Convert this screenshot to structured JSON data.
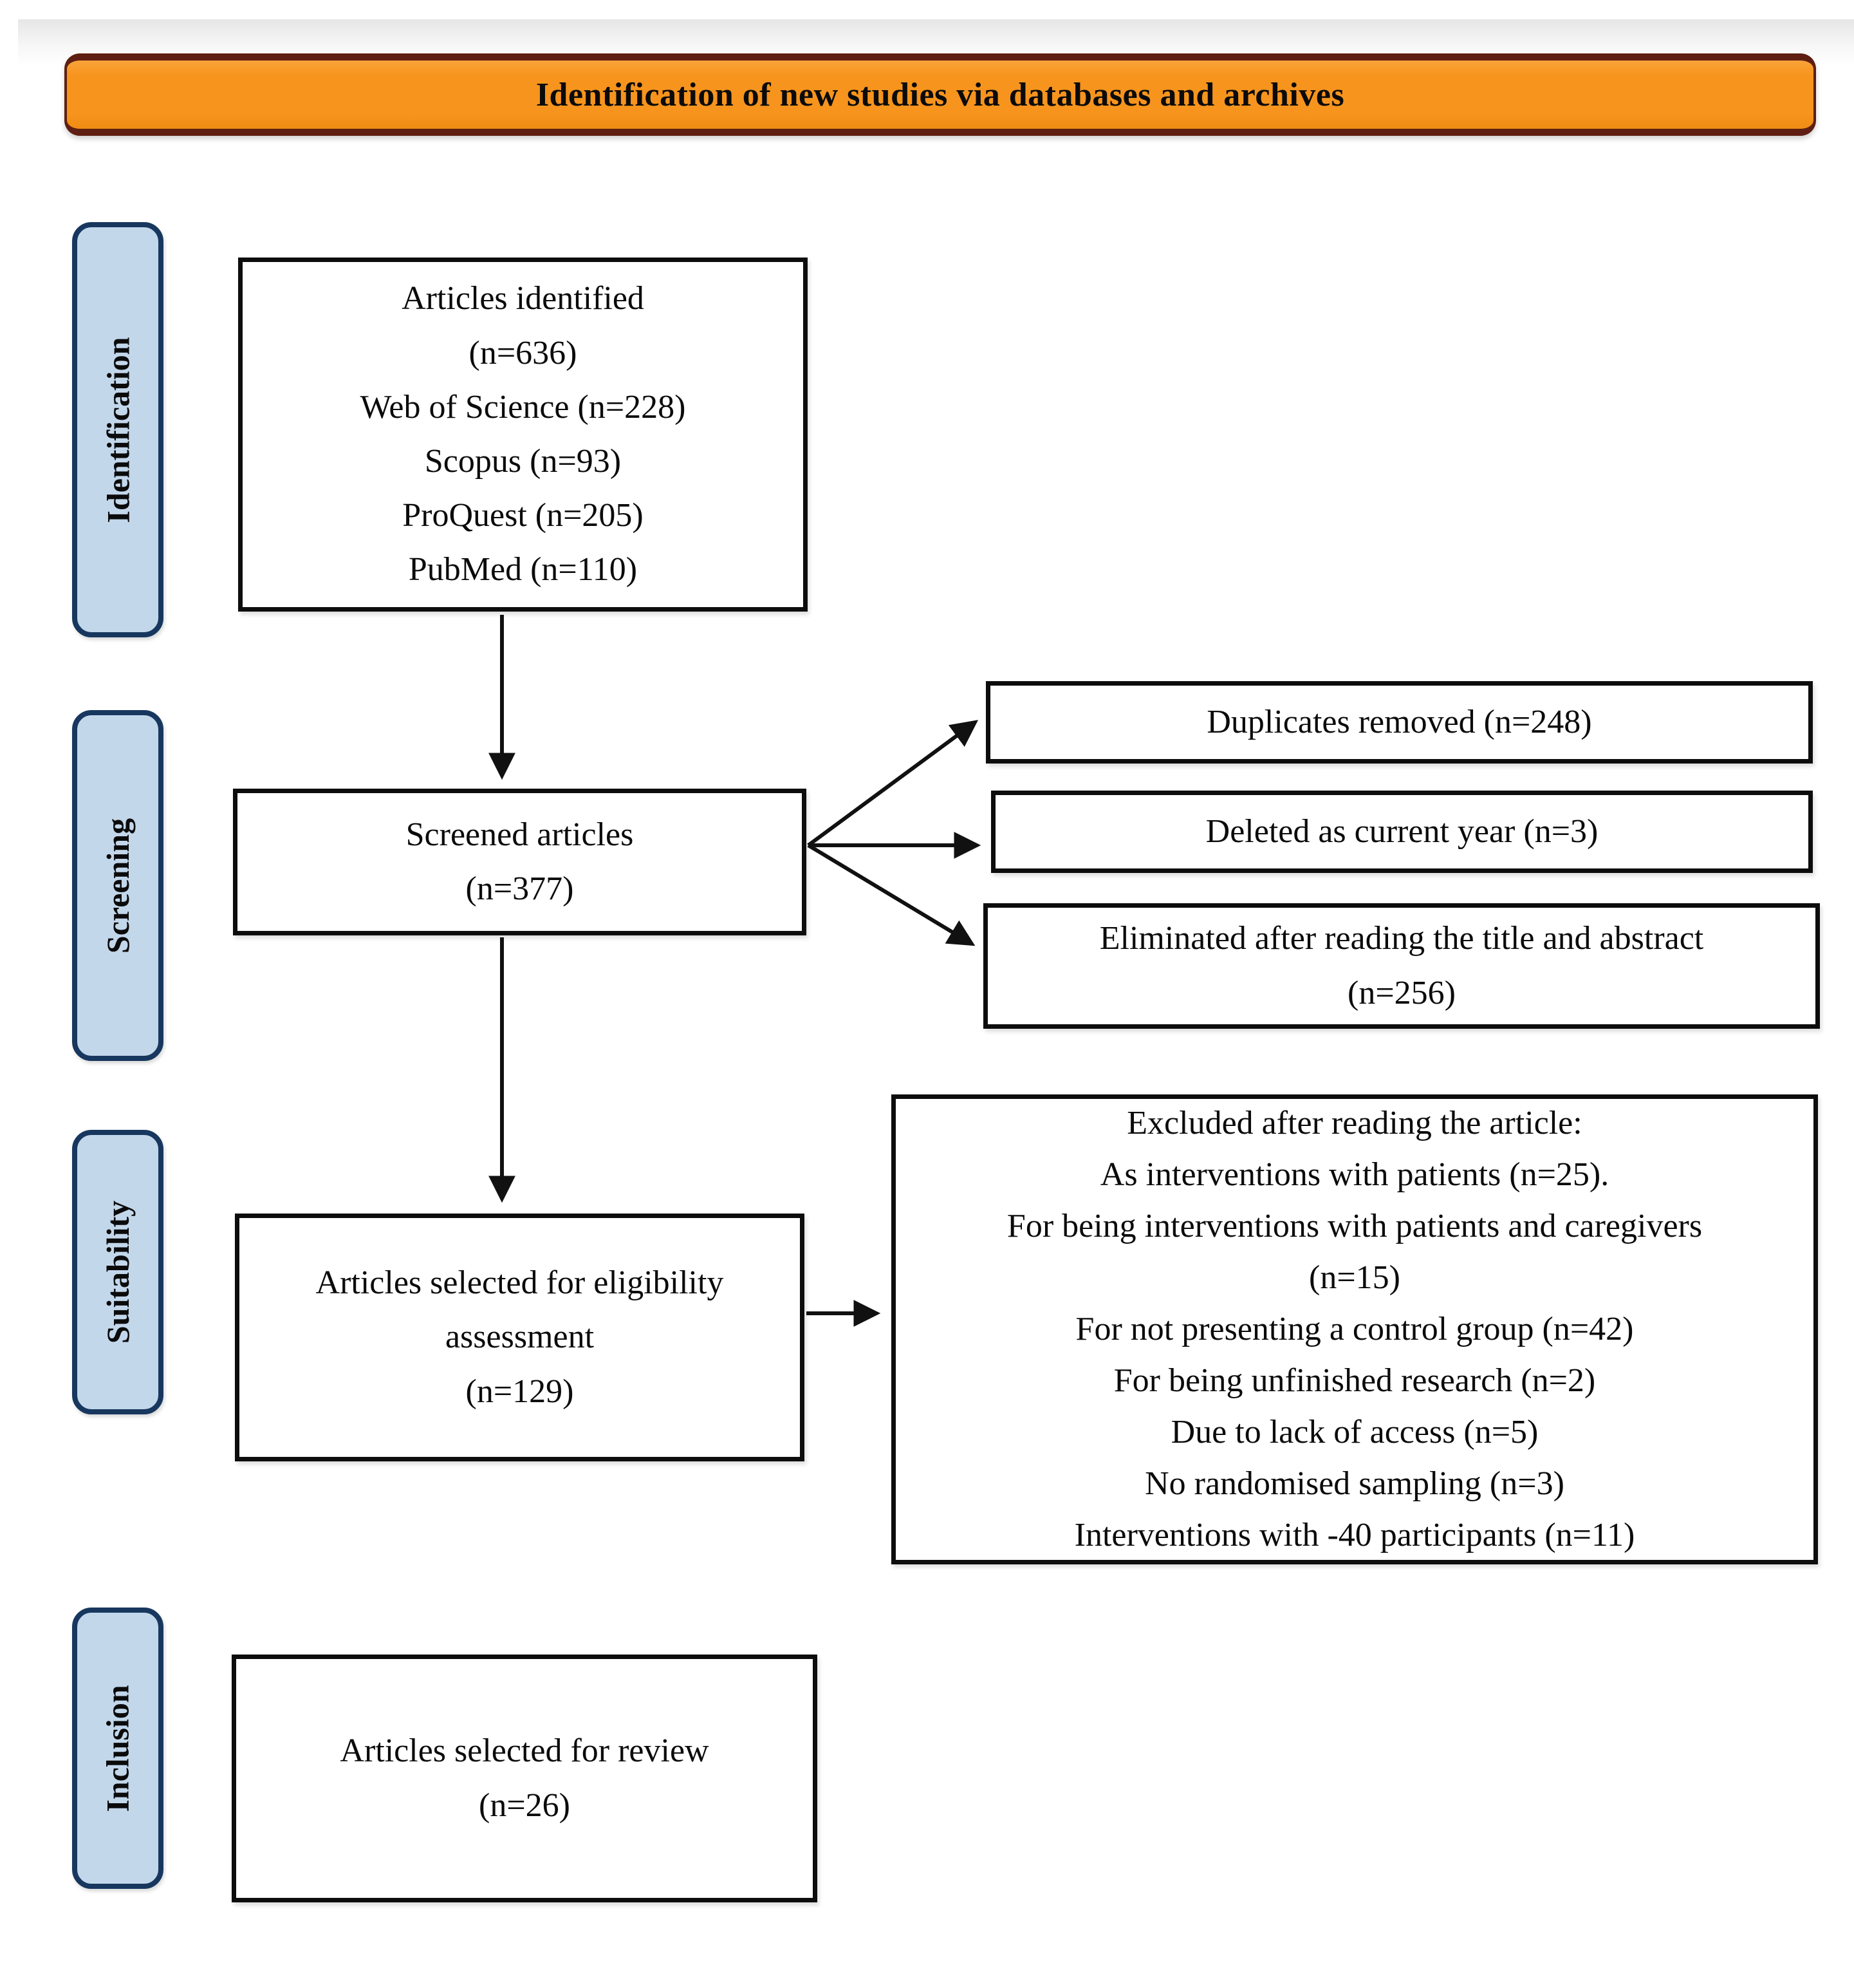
{
  "colors": {
    "banner-fill": "#F7941D",
    "banner-border": "#5E1F12",
    "sidebar-fill": "#C3D7EB",
    "sidebar-border": "#17375E",
    "box-border": "#0D0D0D",
    "text": "#111111"
  },
  "banner": {
    "title": "Identification of new studies via databases and archives"
  },
  "sidebar": {
    "items": [
      {
        "label": "Identification"
      },
      {
        "label": "Screening"
      },
      {
        "label": "Suitability"
      },
      {
        "label": "Inclusion"
      }
    ]
  },
  "boxes": {
    "identified": {
      "lines": [
        "Articles identified",
        "(n=636)",
        "Web of Science (n=228)",
        "Scopus (n=93)",
        "ProQuest (n=205)",
        "PubMed (n=110)"
      ]
    },
    "screened": {
      "lines": [
        "Screened articles",
        "(n=377)"
      ]
    },
    "duplicates": {
      "lines": [
        "Duplicates removed (n=248)"
      ]
    },
    "deleted_year": {
      "lines": [
        "Deleted as current year (n=3)"
      ]
    },
    "eliminated_title_abstract": {
      "lines": [
        "Eliminated after reading the title and abstract",
        "(n=256)"
      ]
    },
    "eligibility": {
      "lines": [
        "Articles selected for eligibility",
        "assessment",
        "(n=129)"
      ]
    },
    "excluded": {
      "lines": [
        "Excluded after reading the article:",
        "As interventions with patients (n=25).",
        "For being interventions with patients and caregivers",
        "(n=15)",
        "For not presenting a control group (n=42)",
        "For being unfinished research (n=2)",
        "Due to lack of access (n=5)",
        "No randomised sampling (n=3)",
        "Interventions with -40 participants (n=11)"
      ]
    },
    "review": {
      "lines": [
        "Articles selected for review",
        "(n=26)"
      ]
    }
  }
}
